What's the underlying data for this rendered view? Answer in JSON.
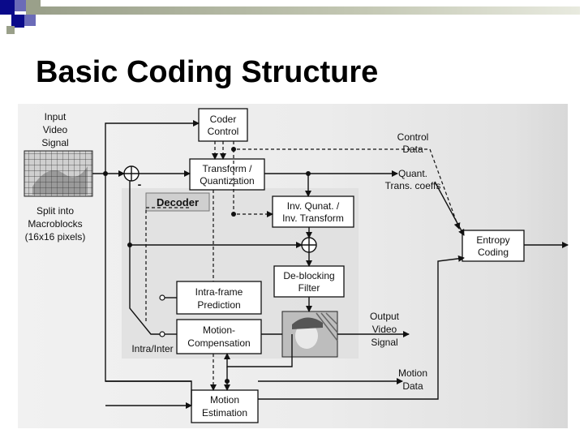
{
  "slide": {
    "title": "Basic Coding Structure",
    "accent_colors": [
      "#0a0a8a",
      "#6b6bb8",
      "#9aa08a"
    ]
  },
  "diagram": {
    "input": [
      "Input",
      "Video",
      "Signal"
    ],
    "split": [
      "Split into",
      "Macroblocks",
      "(16x16 pixels)"
    ],
    "coder_control": [
      "Coder",
      "Control"
    ],
    "transform": [
      "Transform /",
      "Quantization"
    ],
    "decoder_label": "Decoder",
    "inv_transform": [
      "Inv. Qunat. /",
      "Inv. Transform"
    ],
    "deblocking": [
      "De-blocking",
      "Filter"
    ],
    "intra_prediction": [
      "Intra-frame",
      "Prediction"
    ],
    "motion_compensation": [
      "Motion-",
      "Compensation"
    ],
    "motion_estimation": [
      "Motion",
      "Estimation"
    ],
    "entropy": [
      "Entropy",
      "Coding"
    ],
    "control_data": [
      "Control",
      "Data"
    ],
    "quant_coeffs": [
      "Quant.",
      "Trans. coeffs"
    ],
    "output": [
      "Output",
      "Video",
      "Signal"
    ],
    "motion_data": [
      "Motion",
      "Data"
    ],
    "intra_inter": "Intra/Inter",
    "minus": "-"
  }
}
